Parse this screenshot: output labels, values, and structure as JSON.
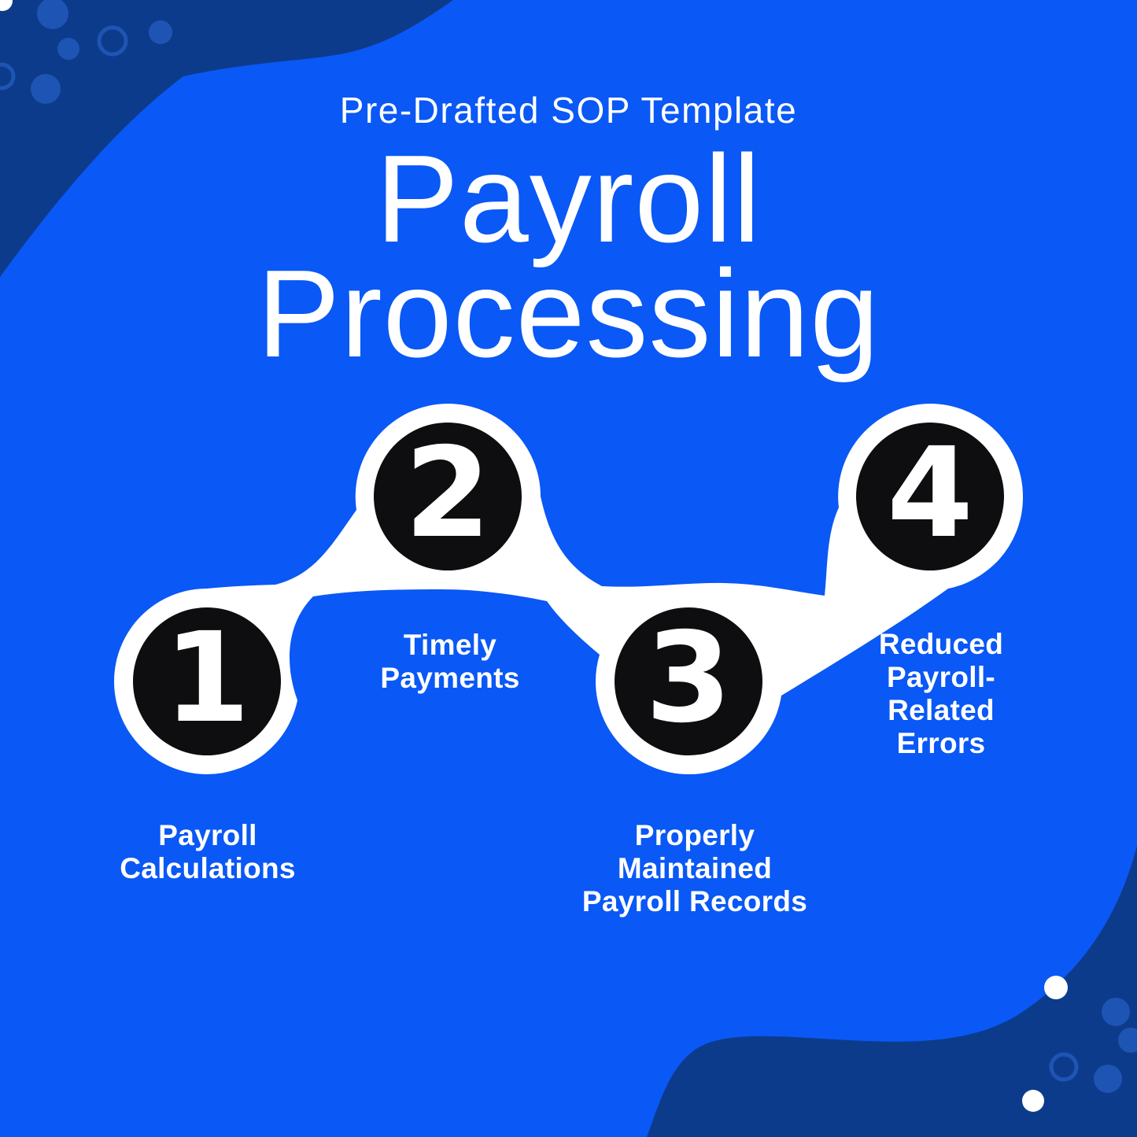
{
  "colors": {
    "background": "#0A58F5",
    "navy_blob": "#0D3B8C",
    "blob_circle_accent": "#1E55B4",
    "ribbon_white": "#FFFFFF",
    "step_circle_black": "#0E0E10",
    "text_white": "#FFFFFF"
  },
  "header": {
    "subtitle": "Pre-Drafted SOP Template",
    "title_line1": "Payroll",
    "title_line2": "Processing"
  },
  "steps": [
    {
      "number": "1",
      "label_lines": [
        "Payroll",
        "Calculations"
      ]
    },
    {
      "number": "2",
      "label_lines": [
        "Timely",
        "Payments"
      ]
    },
    {
      "number": "3",
      "label_lines": [
        "Properly",
        "Maintained",
        "Payroll Records"
      ]
    },
    {
      "number": "4",
      "label_lines": [
        "Reduced",
        "Payroll-",
        "Related",
        "Errors"
      ]
    }
  ]
}
